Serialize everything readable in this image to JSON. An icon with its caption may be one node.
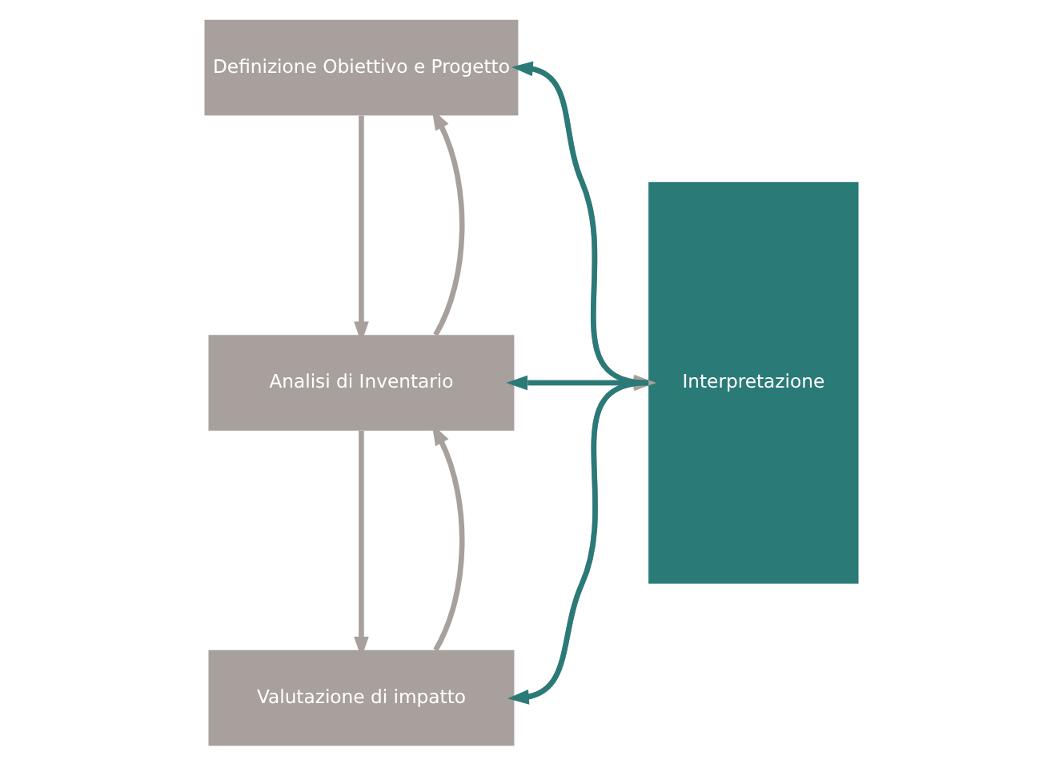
{
  "diagram": {
    "nodes": [
      {
        "text": [
          "Definizione Obiettivo e Progetto"
        ]
      },
      {
        "text": [
          "Analisi di Inventario"
        ]
      },
      {
        "text": [
          "Valutazione di impatto"
        ]
      },
      {
        "text": [
          "Interpretazione"
        ]
      }
    ],
    "edges": [
      {
        "from": 0,
        "to": 3,
        "arrow": "to"
      },
      {
        "from": 3,
        "to": 0,
        "arrow": "to",
        "color": "#2a7a78"
      },
      {
        "from": 0,
        "to": 1,
        "arrow": "to"
      },
      {
        "from": 1,
        "to": 0,
        "arrow": "to"
      },
      {
        "from": 1,
        "to": 3,
        "arrow": "to"
      },
      {
        "from": 3,
        "to": 1,
        "arrow": "to",
        "color": "#2a7a78"
      },
      {
        "from": 1,
        "to": 2,
        "arrow": "to"
      },
      {
        "from": 2,
        "to": 1,
        "arrow": "to"
      },
      {
        "from": 2,
        "to": 3,
        "arrow": "to"
      },
      {
        "from": 3,
        "to": 2,
        "arrow": "to",
        "color": "#2a7a78"
      }
    ]
  }
}
